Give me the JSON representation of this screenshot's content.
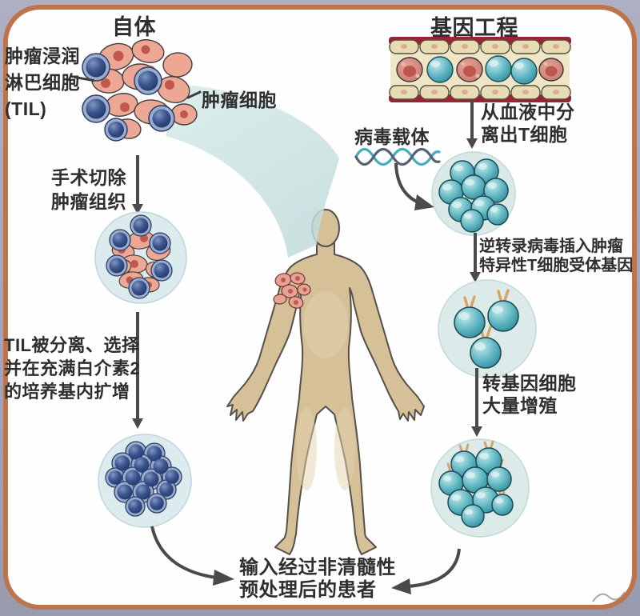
{
  "figure": {
    "left_column": {
      "title": "自体",
      "til_label": "肿瘤浸润\n淋巴细胞\n(TIL)",
      "tumor_cell_label": "肿瘤细胞",
      "surgery_step": "手术切除\n肿瘤组织",
      "expansion_step": "TIL被分离、选择\n并在充满白介素2\n的培养基内扩增"
    },
    "right_column": {
      "title": "基因工程",
      "viral_vector_label": "病毒载体",
      "isolate_step": "从血液中分\n离出T细胞",
      "retrovirus_step": "逆转录病毒插入肿瘤\n特异性T细胞受体基因",
      "proliferate_step": "转基因细胞\n大量增殖"
    },
    "bottom": {
      "infusion_step": "输入经过非清髓性\n预处理后的患者"
    },
    "palette": {
      "frame_border": "#bd744a",
      "outer_background": "#a4a5b8",
      "panel_background": "#fefefe",
      "text": "#2e2e2e",
      "arrow": "#4a4a4a",
      "tumor_cell_pink": "#eda795",
      "tumor_nucleus_red": "#c0584e",
      "til_cell_navy": "#2a4675",
      "t_cell_teal": "#55b0bd",
      "receptor_orange": "#d8a368",
      "body_tan": "#d5c098",
      "vessel_wall_maroon": "#9c2336",
      "vessel_lining_tan": "#e7dcb4",
      "beam_blue": "#cfe3e1",
      "culture_circle_blue": "#dcebee"
    }
  }
}
